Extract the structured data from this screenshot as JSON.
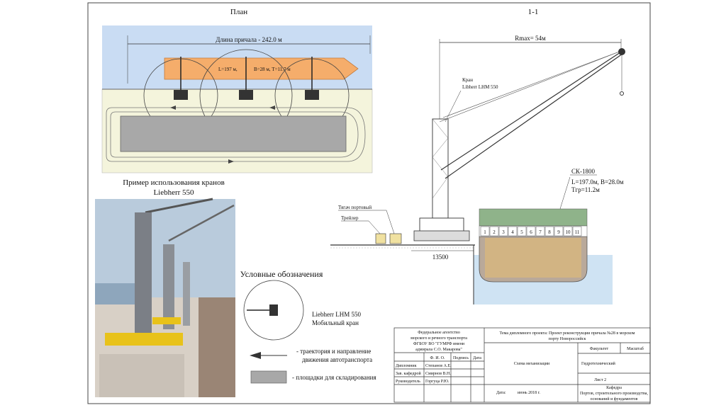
{
  "plan": {
    "title": "План",
    "berth_length": "Длина причала - 242.0 м",
    "ship_dims": {
      "l": "L=197 м,",
      "b": "B=28 м, T=11.7 м"
    }
  },
  "section": {
    "title": "1-1",
    "rmax": "Rmax= 54м",
    "crane_label_1": "Кран",
    "crane_label_2": "Libherr LHM 550",
    "ship_label_1": "СК-1800",
    "ship_label_2": "L=197.0м, B=28.0м",
    "ship_label_3": "Tгр=11.2м",
    "tractor": "Тягач портовый",
    "trailer": "Трейлер",
    "dim_13500": "13500",
    "bay_numbers": [
      "1",
      "2",
      "3",
      "4",
      "5",
      "6",
      "7",
      "8",
      "9",
      "10",
      "11"
    ]
  },
  "example": {
    "title_1": "Пример использования кранов",
    "title_2": "Liebherr 550"
  },
  "legend": {
    "title": "Условные обозначения",
    "crane_1": "Liebherr LHM 550",
    "crane_2": "Мобильный кран",
    "traj_1": "- траектория и направление",
    "traj_2": "движения автотранспорта",
    "storage": "- площадки для складирования"
  },
  "stamp": {
    "org_1": "Федеральное агентство",
    "org_2": "морского и речного транспорта",
    "org_3": "ФГБОУ ВО \"ГУМРФ имени",
    "org_4": "адмирала С.О. Макарова\"",
    "theme_1": "Тема дипломного проекта: Проект реконструкции причала №28 в морском",
    "theme_2": "порту Новороссийск",
    "h_fio": "Ф. И. О.",
    "h_sign": "Подпись",
    "h_date": "Дата",
    "r1_role": "Дипломник",
    "r1_name": "Степанов А.Е.",
    "r2_role": "Зав. кафедрой",
    "r2_name": "Смирнов В.Н.",
    "r3_role": "Руководитель",
    "r3_name": "Горгуца Р.Ю.",
    "sheet_title": "Схема механизации",
    "faculty_label": "Факультет",
    "scale_label": "Масштаб",
    "faculty_value": "Гидротехнический",
    "sheet_label": "Лист 2",
    "dept_label": "Кафедра",
    "dept_1": "Портов, строительного производства,",
    "dept_2": "оснований и фундаментов",
    "date_label": "Дата:",
    "date_value": "июнь 2018 г."
  }
}
